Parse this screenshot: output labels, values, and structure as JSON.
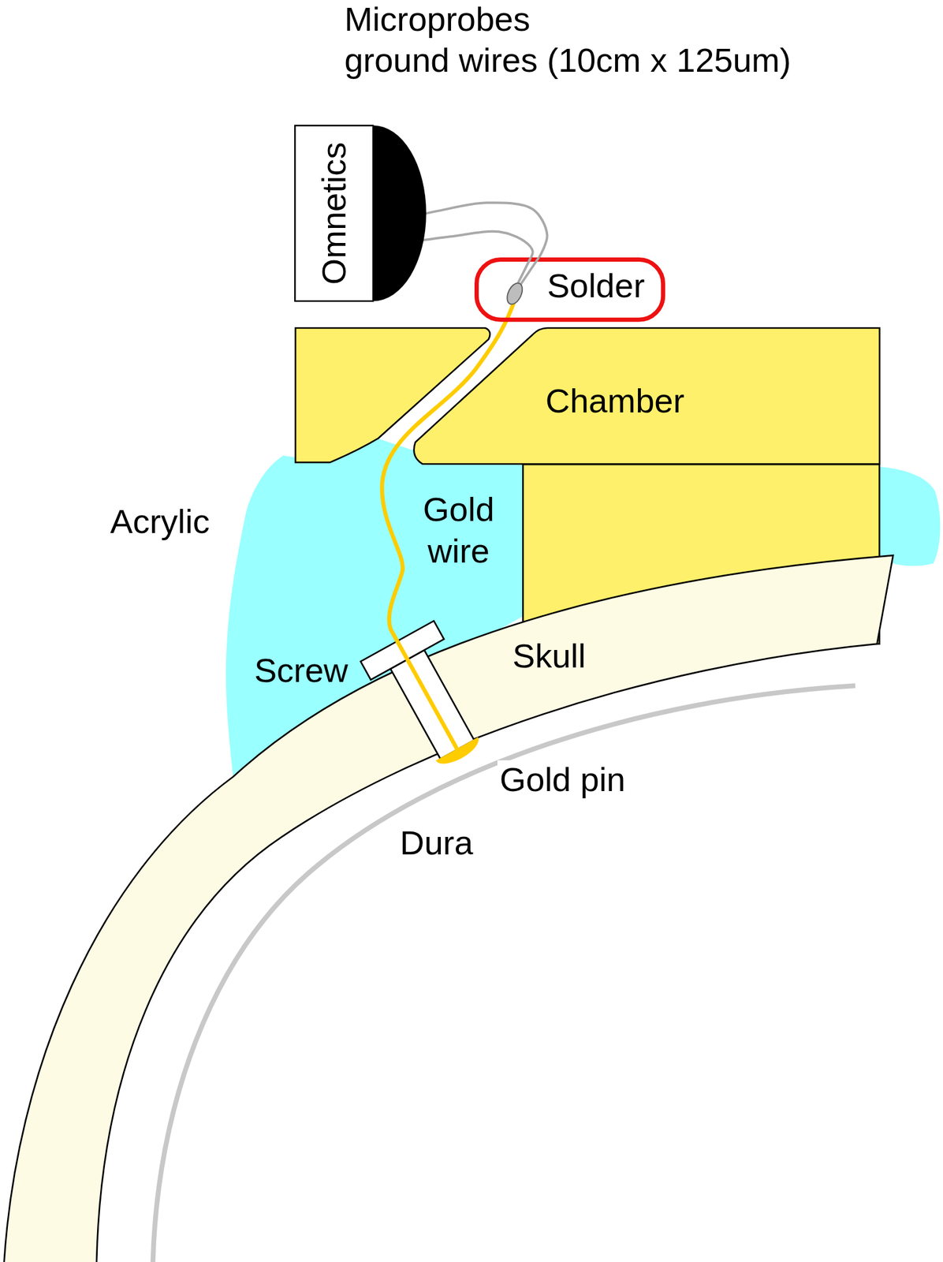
{
  "diagram": {
    "nodes": [
      {
        "text": [
          "Omnetics"
        ]
      },
      {
        "text": [
          "Solder"
        ]
      },
      {
        "text": [
          "Chamber"
        ]
      }
    ],
    "edges": [
      {
        "from": 0,
        "to": 1,
        "arrow": "none"
      },
      {
        "from": 0,
        "to": 1,
        "arrow": "none"
      }
    ],
    "labels": [
      "Microprobes",
      "ground wires (10cm x 125um)",
      "Acrylic",
      "Gold wire",
      "Screw",
      "Skull",
      "Gold pin",
      "Dura"
    ]
  }
}
